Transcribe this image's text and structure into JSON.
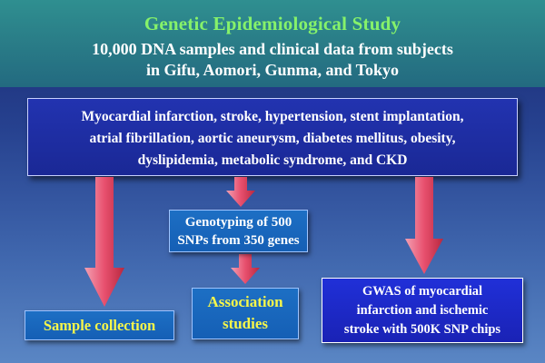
{
  "title": {
    "main": "Genetic Epidemiological Study",
    "sub_line1": "10,000 DNA samples and clinical data from subjects",
    "sub_line2": "in Gifu, Aomori, Gunma, and Tokyo"
  },
  "diseases": {
    "line1": "Myocardial infarction, stroke, hypertension, stent implantation,",
    "line2": "atrial fibrillation, aortic aneurysm, diabetes mellitus, obesity,",
    "line3": "dyslipidemia, metabolic syndrome, and CKD"
  },
  "genotyping": {
    "line1": "Genotyping of 500",
    "line2": "SNPs from 350 genes"
  },
  "association": {
    "line1": "Association",
    "line2": "studies"
  },
  "sample": {
    "label": "Sample collection"
  },
  "gwas": {
    "line1": "GWAS of myocardial",
    "line2": "infarction and ischemic",
    "line3": "stroke with 500K SNP chips"
  },
  "colors": {
    "title_green": "#86f26a",
    "label_yellow": "#f6f64a",
    "arrow_pink": "#e8506e"
  }
}
